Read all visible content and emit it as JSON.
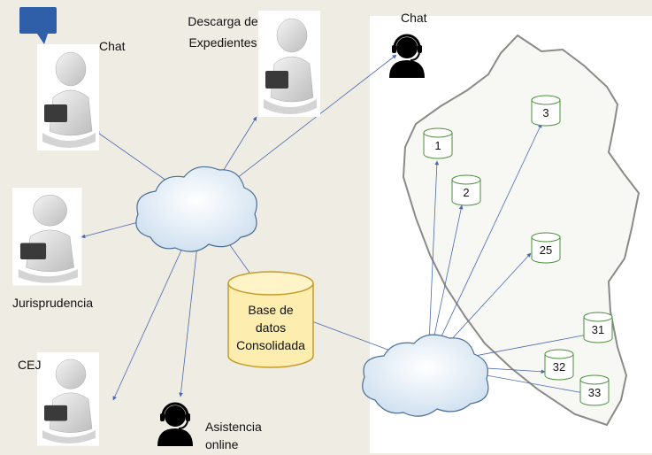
{
  "labels": {
    "chat_top_left": "Chat",
    "descarga_line1": "Descarga de",
    "descarga_line2": "Expedientes",
    "chat_top_right": "Chat",
    "jurisprudencia": "Jurisprudencia",
    "cej": "CEJ",
    "asistencia_line1": "Asistencia",
    "asistencia_line2": "online",
    "db_line1": "Base de",
    "db_line2": "datos",
    "db_line3": "Consolidada"
  },
  "regional_databases": [
    "1",
    "2",
    "3",
    "25",
    "31",
    "32",
    "33"
  ],
  "colors": {
    "background": "#efece4",
    "map_panel": "#ffffff",
    "cloud_fill": "#d7e7f5",
    "cloud_stroke": "#4a6e95",
    "arrow": "#4a69b0",
    "db_main_fill": "#fdeeb0",
    "db_main_stroke": "#c79b2a",
    "db_small_stroke": "#4b8f3b",
    "chat_bubble": "#2f5fa8"
  }
}
